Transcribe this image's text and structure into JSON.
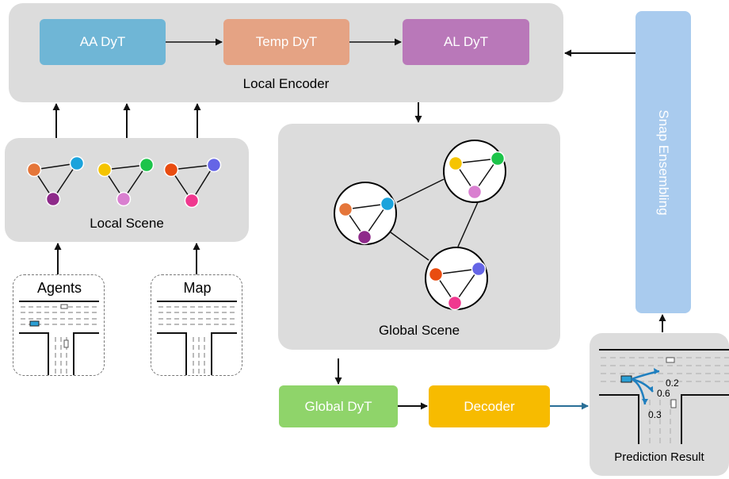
{
  "local_encoder": {
    "label": "Local Encoder",
    "blocks": {
      "aa": {
        "label": "AA DyT",
        "color": "#6fb6d6"
      },
      "temp": {
        "label": "Temp DyT",
        "color": "#e5a384"
      },
      "al": {
        "label": "AL DyT",
        "color": "#b978b9"
      }
    }
  },
  "local_scene": {
    "label": "Local Scene"
  },
  "global_scene": {
    "label": "Global Scene"
  },
  "inputs": {
    "agents": {
      "label": "Agents"
    },
    "map": {
      "label": "Map"
    }
  },
  "global_dyt": {
    "label": "Global DyT",
    "color": "#8fd46a"
  },
  "decoder": {
    "label": "Decoder",
    "color": "#f7bb00"
  },
  "snap_ensembling": {
    "label": "Snap Ensembling",
    "color": "#a9cbee"
  },
  "prediction_result": {
    "label": "Prediction Result",
    "probabilities": [
      "0.2",
      "0.6",
      "0.3"
    ]
  },
  "node_colors": {
    "orange": "#e5763a",
    "blue": "#1ba3dc",
    "purple": "#8e2a8a",
    "yellow": "#f5c400",
    "green": "#1cc44a",
    "pink": "#d97fd0",
    "red": "#e94c10",
    "indigo": "#6565e6",
    "magenta": "#f0388f"
  }
}
